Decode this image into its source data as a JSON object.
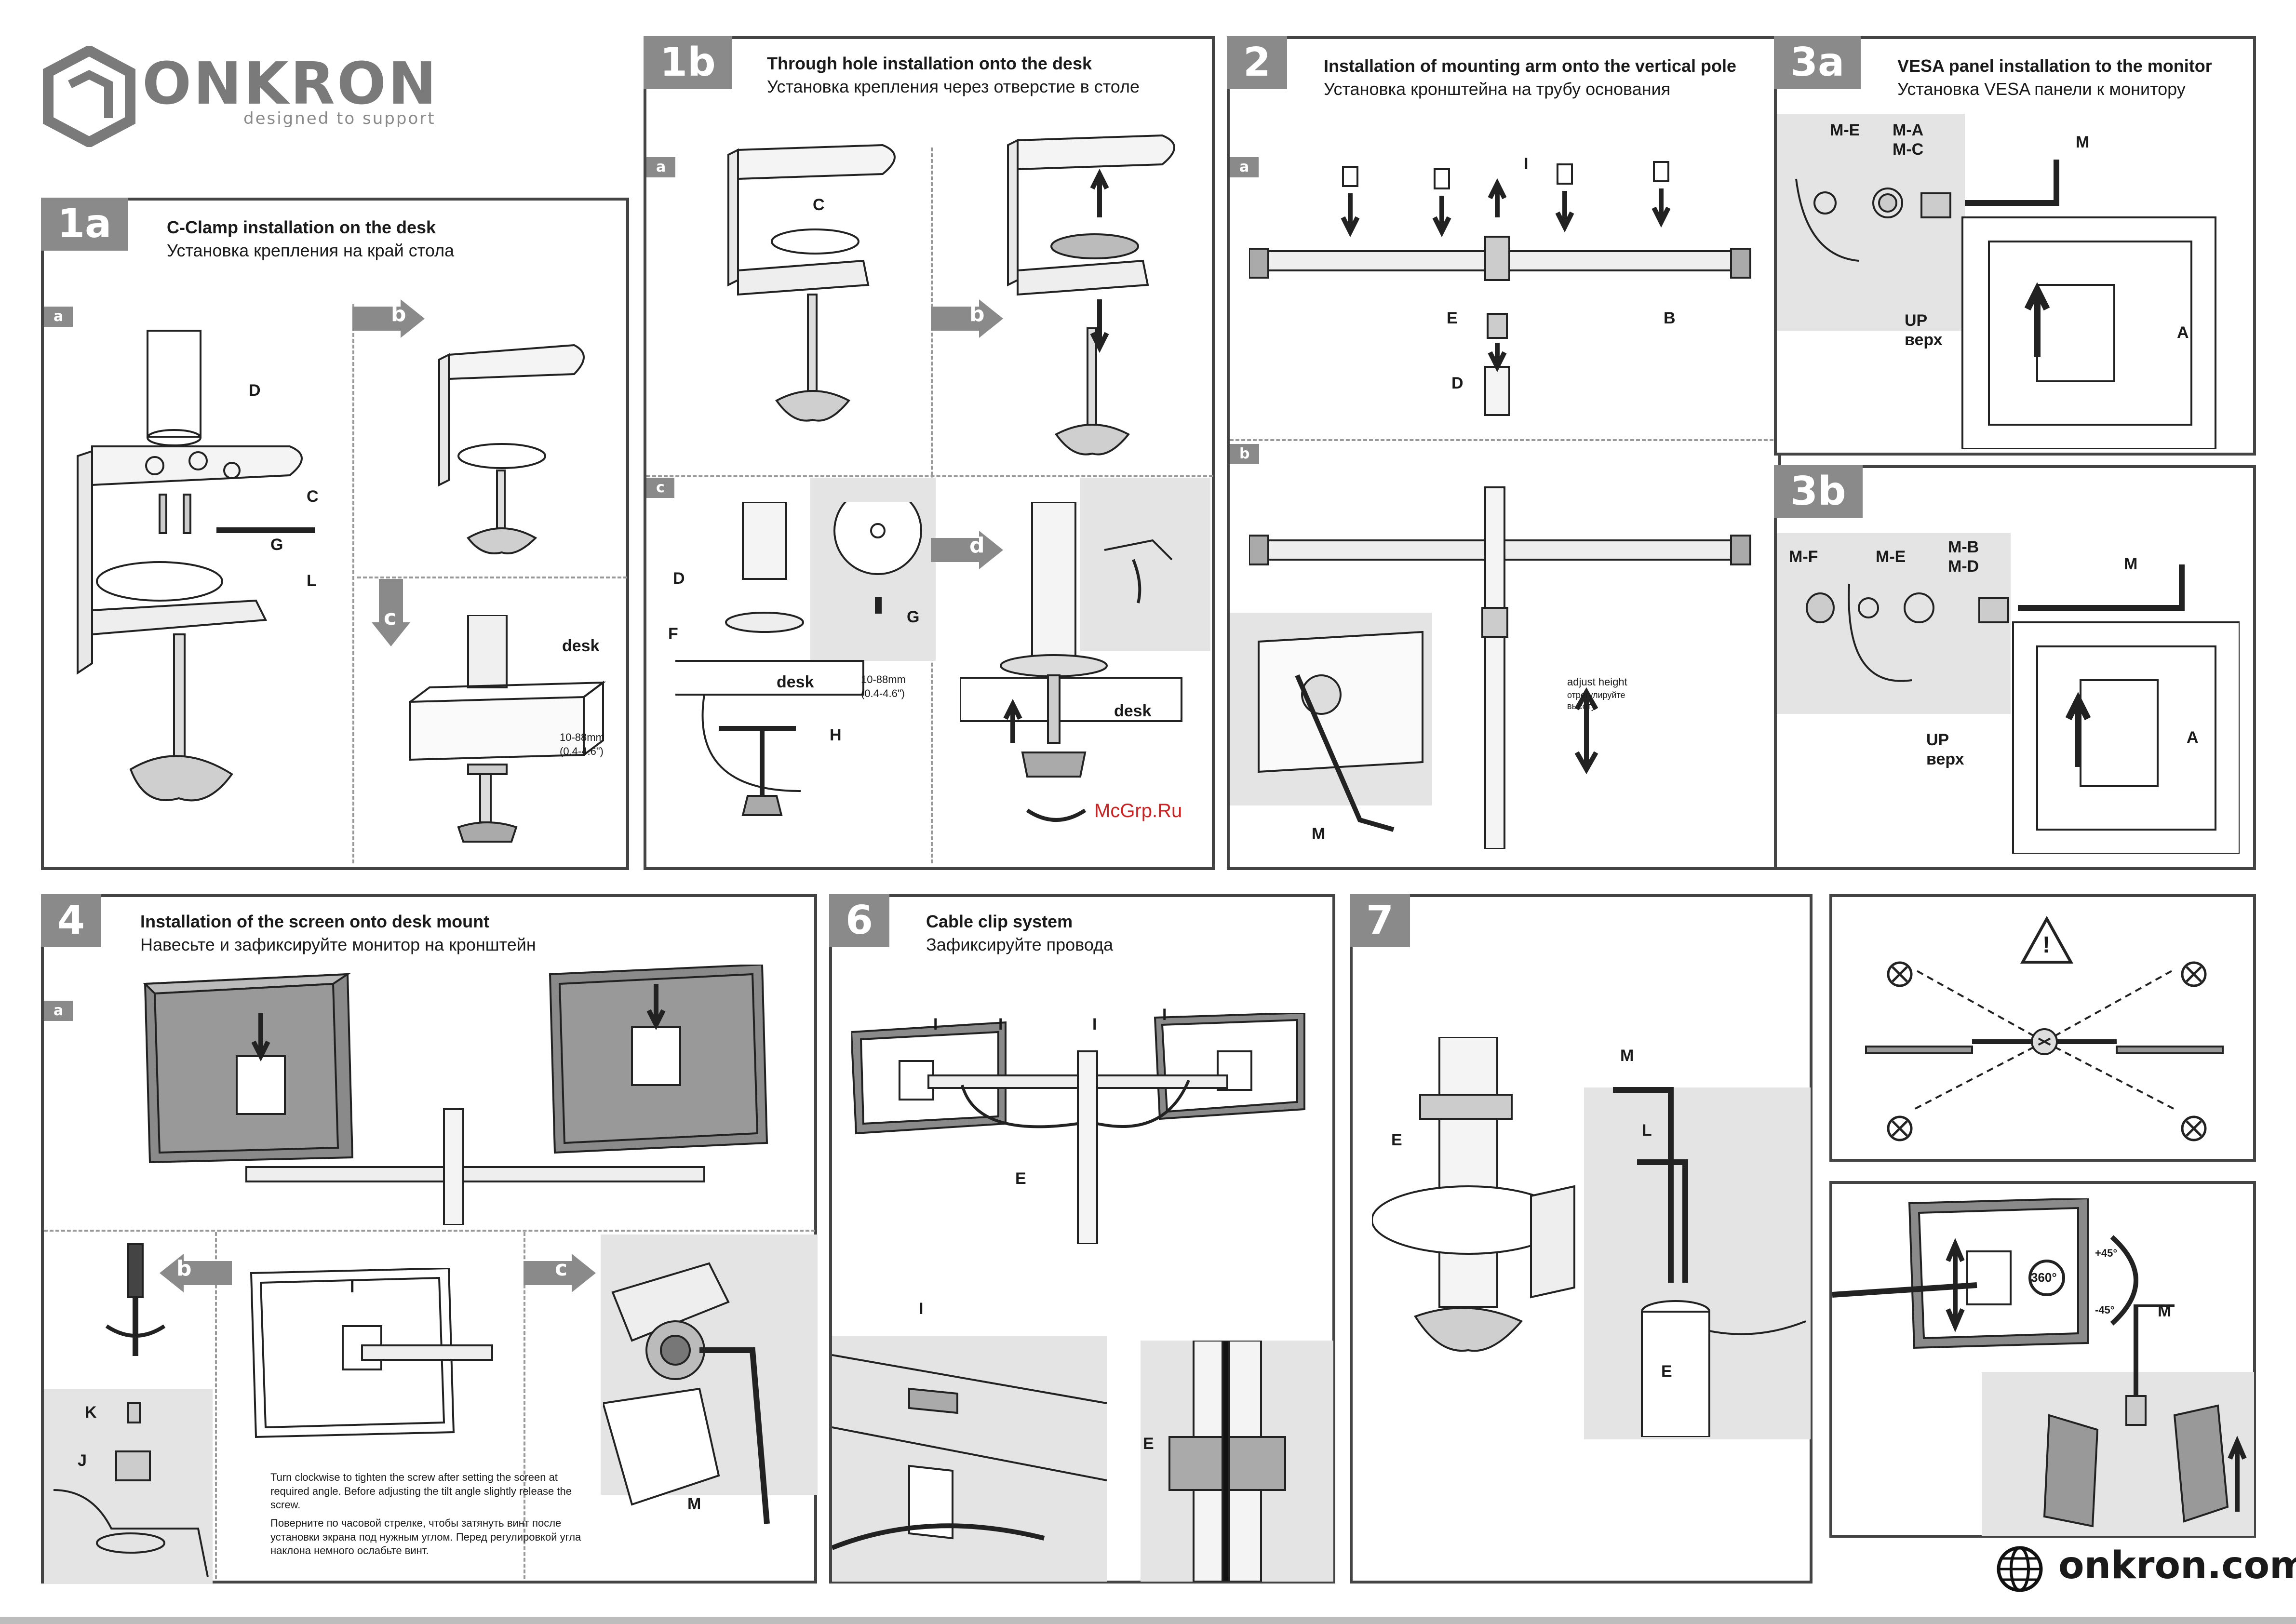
{
  "brand": {
    "name": "ONKRON",
    "tagline": "designed to support",
    "website": "onkron.com",
    "watermark": "McGrp.Ru"
  },
  "panels": {
    "p1a": {
      "badge": "1a",
      "title_en": "C-Clamp installation on the desk",
      "title_ru": "Установка крепления на край стола",
      "sub_a": "a",
      "sub_b": "b",
      "sub_c": "c",
      "labels": {
        "D": "D",
        "C": "C",
        "G": "G",
        "L": "L"
      },
      "desk": "desk",
      "thickness": "10-88mm\n(0.4-4.6\")"
    },
    "p1b": {
      "badge": "1b",
      "title_en": "Through hole installation onto the desk",
      "title_ru": "Установка крепления через отверстие в столе",
      "sub_a": "a",
      "sub_b": "b",
      "sub_c": "c",
      "sub_d": "d",
      "labels": {
        "C": "C",
        "D": "D",
        "F": "F",
        "G": "G",
        "H": "H"
      },
      "desk": "desk",
      "thickness": "10-88mm\n(0.4-4.6\")"
    },
    "p2": {
      "badge": "2",
      "title_en": "Installation of mounting arm onto the vertical pole",
      "title_ru": "Установка кронштейна на трубу основания",
      "sub_a": "a",
      "sub_b": "b",
      "labels": {
        "I": "I",
        "E": "E",
        "B": "B",
        "D": "D",
        "M": "M"
      },
      "adjust_en": "adjust height",
      "adjust_ru": "отрегулируйте\nвысоту"
    },
    "p3a": {
      "badge": "3a",
      "title_en": "VESA panel installation to the monitor",
      "title_ru": "Установка VESA панели к монитору",
      "labels": {
        "ME": "M-E",
        "MA": "M-A",
        "MC": "M-C",
        "M": "M",
        "A": "A"
      },
      "up_en": "UP",
      "up_ru": "верх"
    },
    "p3b": {
      "badge": "3b",
      "labels": {
        "MF": "M-F",
        "ME": "M-E",
        "MB": "M-B",
        "MD": "M-D",
        "M": "M",
        "A": "A"
      },
      "up_en": "UP",
      "up_ru": "верх"
    },
    "p4": {
      "badge": "4",
      "title_en": "Installation of the screen onto desk mount",
      "title_ru": "Навесьте и зафиксируйте монитор на кронштейн",
      "sub_a": "a",
      "sub_b": "b",
      "sub_c": "c",
      "labels": {
        "I": "I",
        "K": "K",
        "J": "J",
        "M": "M"
      },
      "note_en": "Turn clockwise to tighten the screw after setting the screen at required angle. Before adjusting the tilt angle slightly release the screw.",
      "note_ru": "Поверните по часовой стрелке, чтобы затянуть винт после установки экрана под нужным углом. Перед регулировкой угла наклона немного ослабьте винт."
    },
    "p6": {
      "badge": "6",
      "title_en": "Cable clip system",
      "title_ru": "Зафиксируйте провода",
      "labels": {
        "I": "I",
        "E": "E"
      }
    },
    "p7": {
      "badge": "7",
      "labels": {
        "M": "M",
        "L": "L",
        "E": "E"
      }
    },
    "pwarn": {
      "warning_symbol": "!"
    },
    "prot": {
      "rotation": "360°",
      "tilt_up": "+45°",
      "tilt_down": "-45°",
      "label_M": "M"
    }
  }
}
